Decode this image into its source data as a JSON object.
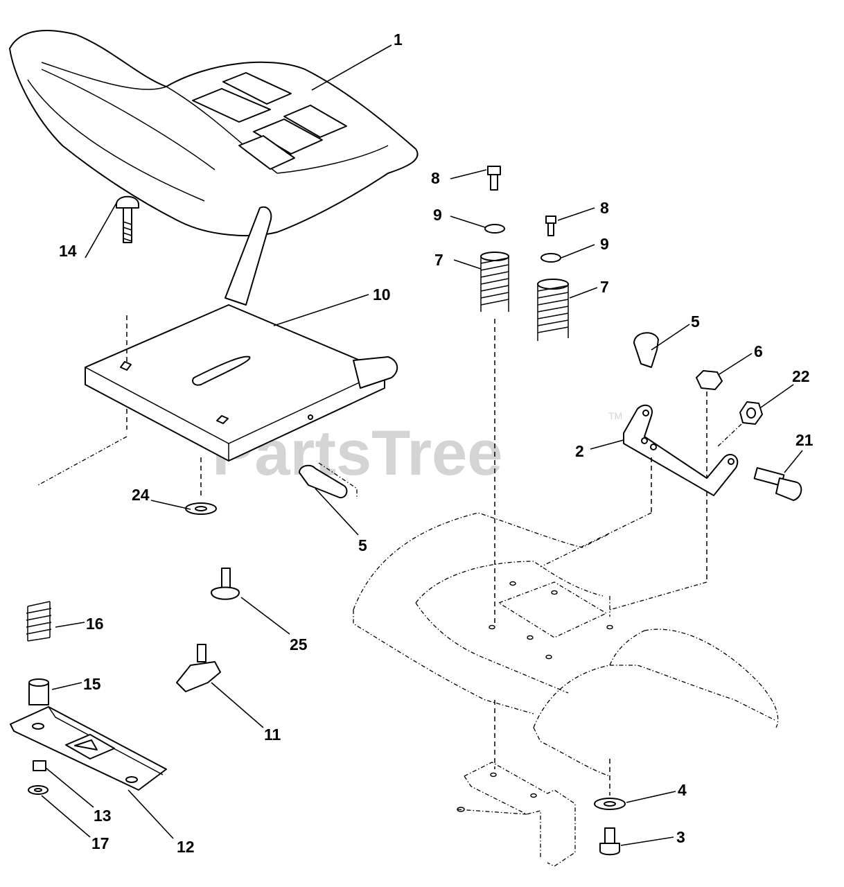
{
  "watermark": {
    "text": "PartsTree",
    "mark": "TM"
  },
  "callouts": [
    {
      "id": "c1",
      "label": "1"
    },
    {
      "id": "c8a",
      "label": "8"
    },
    {
      "id": "c8b",
      "label": "8"
    },
    {
      "id": "c9a",
      "label": "9"
    },
    {
      "id": "c9b",
      "label": "9"
    },
    {
      "id": "c7a",
      "label": "7"
    },
    {
      "id": "c7b",
      "label": "7"
    },
    {
      "id": "c14",
      "label": "14"
    },
    {
      "id": "c10",
      "label": "10"
    },
    {
      "id": "c5a",
      "label": "5"
    },
    {
      "id": "c5b",
      "label": "5"
    },
    {
      "id": "c6",
      "label": "6"
    },
    {
      "id": "c22",
      "label": "22"
    },
    {
      "id": "c2",
      "label": "2"
    },
    {
      "id": "c21",
      "label": "21"
    },
    {
      "id": "c24",
      "label": "24"
    },
    {
      "id": "c16",
      "label": "16"
    },
    {
      "id": "c25",
      "label": "25"
    },
    {
      "id": "c15",
      "label": "15"
    },
    {
      "id": "c11",
      "label": "11"
    },
    {
      "id": "c13",
      "label": "13"
    },
    {
      "id": "c12",
      "label": "12"
    },
    {
      "id": "c17",
      "label": "17"
    },
    {
      "id": "c4",
      "label": "4"
    },
    {
      "id": "c3",
      "label": "3"
    }
  ]
}
